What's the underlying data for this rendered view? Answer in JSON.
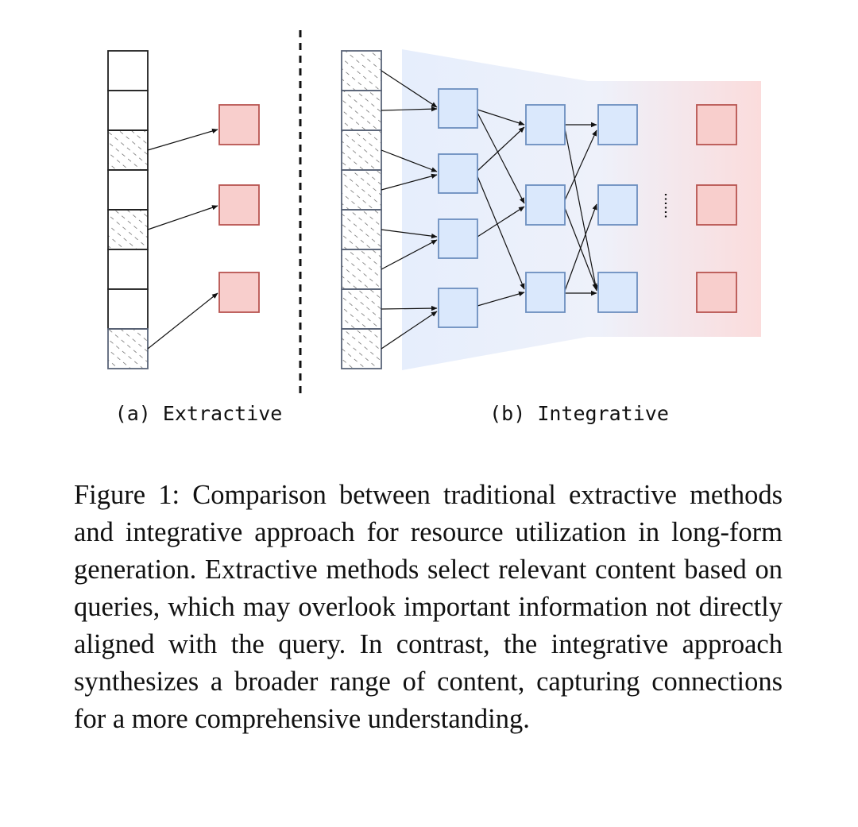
{
  "figure": {
    "panels": [
      {
        "id": "a",
        "caption": "(a) Extractive"
      },
      {
        "id": "b",
        "caption": "(b) Integrative"
      }
    ],
    "colors": {
      "segment_stroke": "#1f1f1f",
      "segment_hatched_stroke": "#5a6478",
      "hidden_fill": "#dae8fc",
      "hidden_stroke": "#6c8ebf",
      "output_fill": "#f8cecc",
      "output_stroke": "#b85450",
      "band_blue": "#e6eefc",
      "band_red": "#fbdcdc"
    }
  },
  "caption": {
    "label": "Figure 1:",
    "text": "Comparison between traditional extractive methods and integrative approach for resource utiliza­tion in long-form generation. Extractive methods se­lect relevant content based on queries, which may over­look important information not directly aligned with the query. In contrast, the integrative approach synthesizes a broader range of content, capturing connections for a more comprehensive understanding."
  }
}
